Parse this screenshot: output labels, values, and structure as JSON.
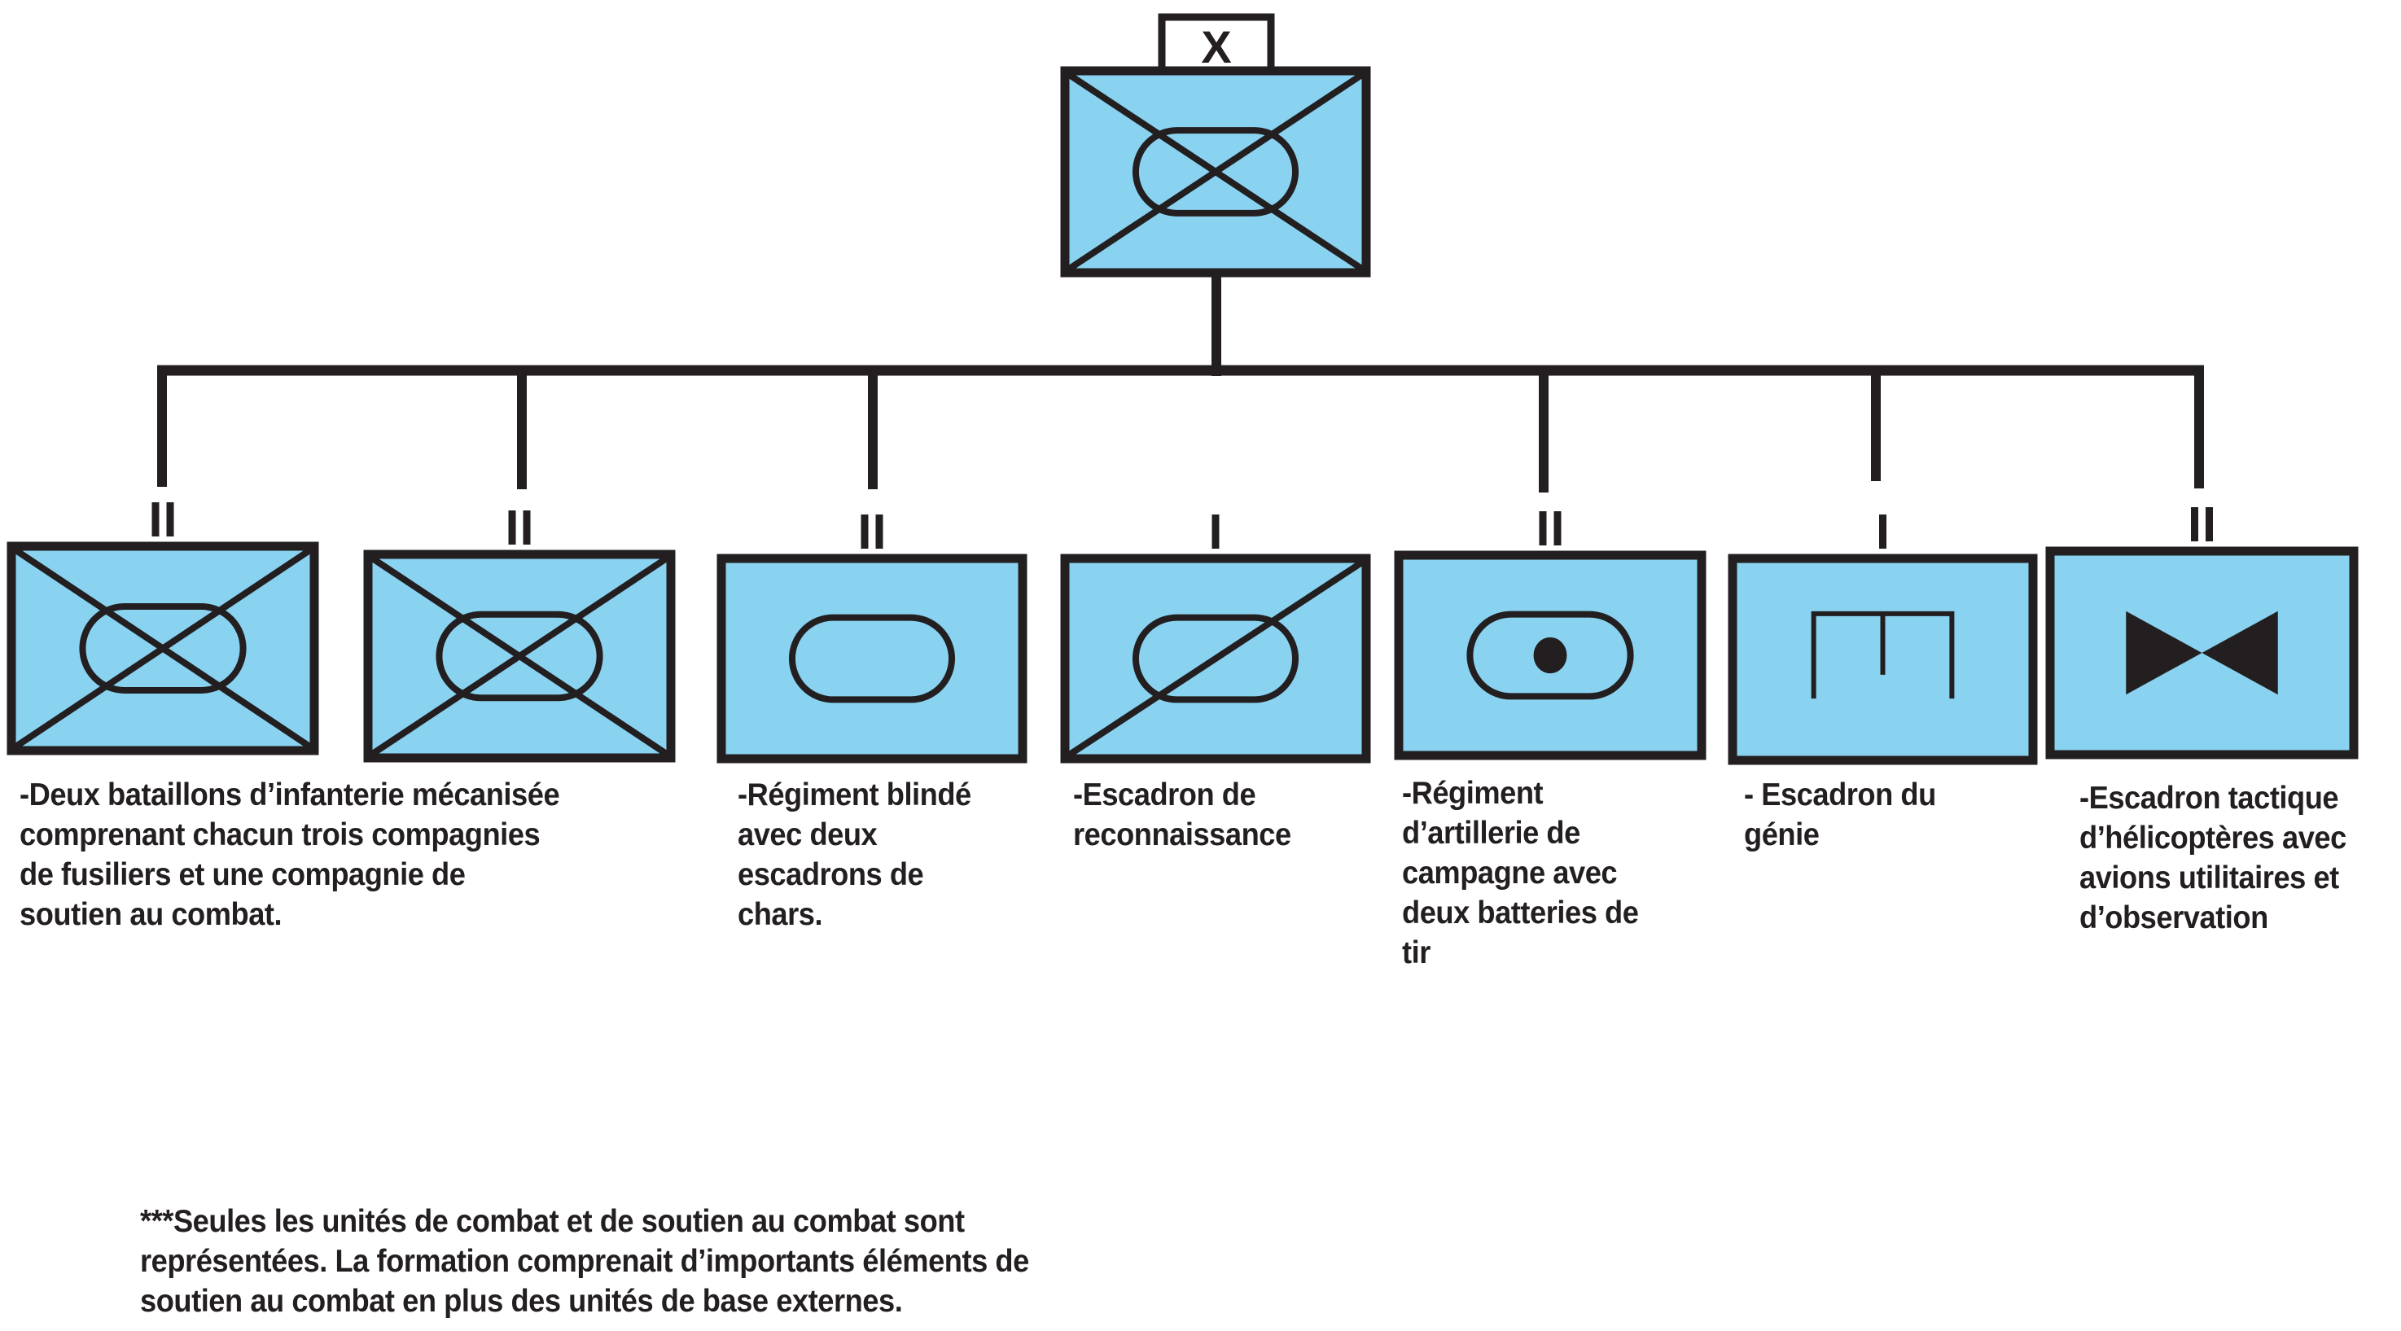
{
  "colors": {
    "unit_fill": "#89d3f1",
    "line": "#231f20",
    "background": "#ffffff"
  },
  "headquarters": {
    "echelon": "X",
    "symbol": "mechanized-infantry",
    "echelon_name": "brigade"
  },
  "units": [
    {
      "echelon": "II",
      "symbol": "mechanized-infantry",
      "description_lines": [
        "-Deux bataillons d’infanterie mécanisée",
        "comprenant chacun trois compagnies",
        "de fusiliers et une compagnie de",
        "soutien au combat."
      ]
    },
    {
      "echelon": "II",
      "symbol": "mechanized-infantry",
      "description_lines": []
    },
    {
      "echelon": "II",
      "symbol": "armour",
      "description_lines": [
        "-Régiment blindé",
        "avec deux",
        "escadrons de",
        "chars."
      ]
    },
    {
      "echelon": "I",
      "symbol": "armoured-reconnaissance",
      "description_lines": [
        "-Escadron de",
        "reconnaissance"
      ]
    },
    {
      "echelon": "II",
      "symbol": "self-propelled-artillery",
      "description_lines": [
        "-Régiment",
        "d’artillerie de",
        "campagne avec",
        "deux batteries de",
        "tir"
      ]
    },
    {
      "echelon": "I",
      "symbol": "engineer",
      "description_lines": [
        "- Escadron du",
        "génie"
      ]
    },
    {
      "echelon": "II",
      "symbol": "aviation",
      "description_lines": [
        "-Escadron tactique",
        "d’hélicoptères avec",
        "avions utilitaires et",
        "d’observation"
      ]
    }
  ],
  "footnote_lines": [
    "***Seules les unités de combat et de soutien au combat sont",
    "représentées. La formation comprenait d’importants éléments de",
    "soutien au combat en plus des unités de base externes."
  ]
}
